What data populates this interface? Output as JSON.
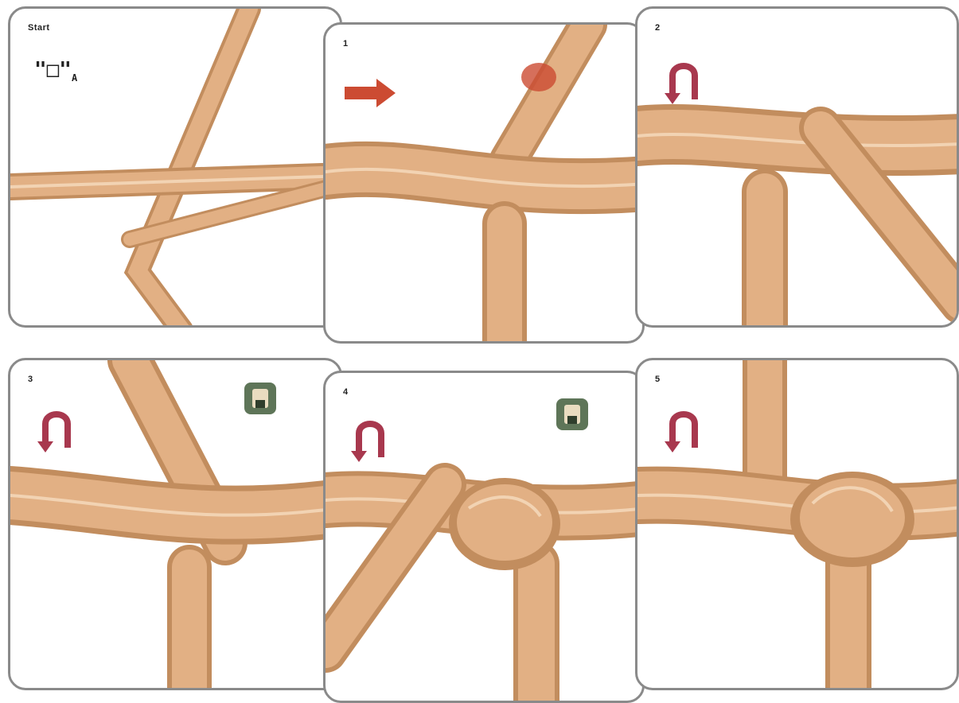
{
  "panels": [
    {
      "label": "Start",
      "symbol": "\"□\"",
      "symbol_sub": "A"
    },
    {
      "label": "1"
    },
    {
      "label": "2"
    },
    {
      "label": "3"
    },
    {
      "label": "4"
    },
    {
      "label": "5"
    }
  ],
  "colors": {
    "rope_fill": "#e2b084",
    "rope_shadow": "#c28d5e",
    "rope_highlight": "#f2d3b3",
    "arrow_red": "#cc4b32",
    "loop_icon": "#a8384e",
    "badge_green": "#5e7558",
    "border": "#8a8a8a"
  },
  "icons": [
    "red-right-arrow-icon",
    "loop-under-icon",
    "pull-tight-badge-icon"
  ]
}
